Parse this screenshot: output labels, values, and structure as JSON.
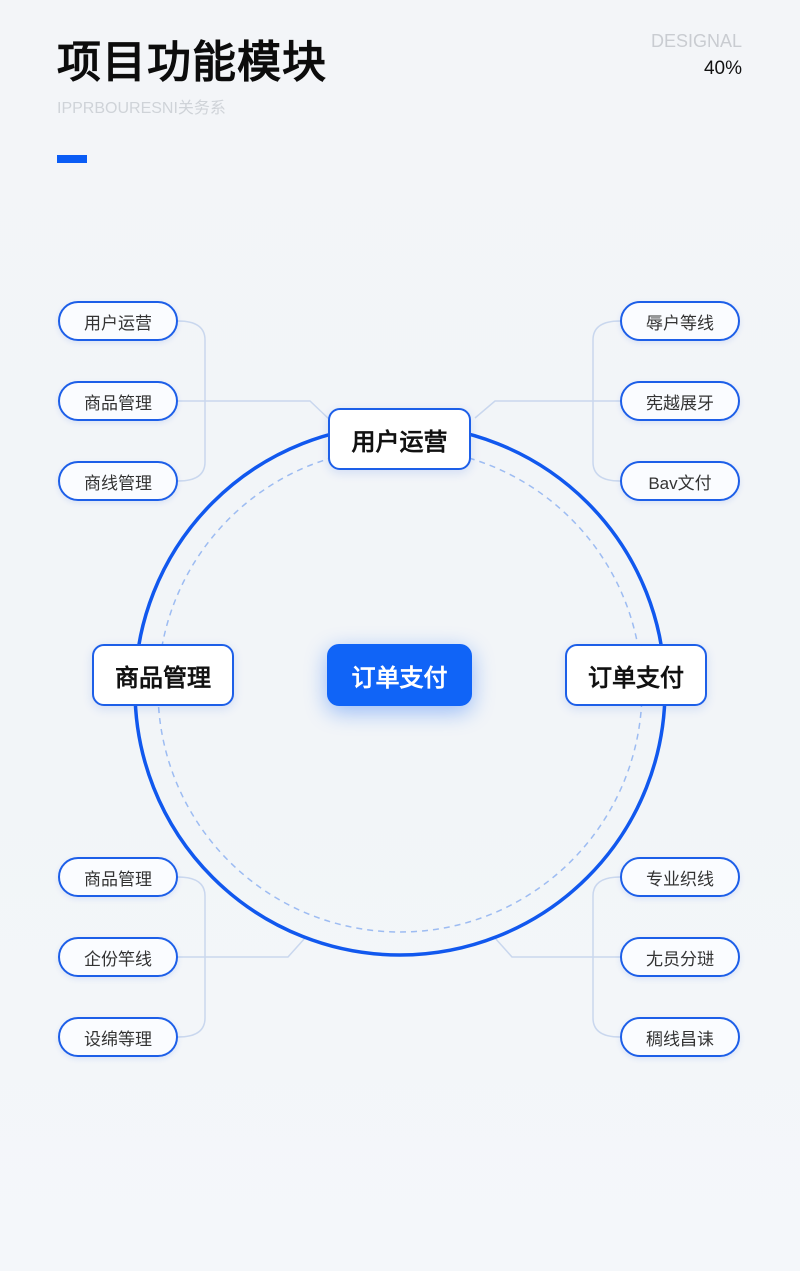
{
  "header": {
    "title": "项目功能模块",
    "subtitle": "IPPRBOURESNI关务系",
    "brand": "DESIGNAL",
    "percent": "40%"
  },
  "colors": {
    "accent": "#1064f7",
    "border": "#1d5fe8"
  },
  "nodes": {
    "top": "用户运营",
    "left": "商品管理",
    "right": "订单支付",
    "center": "订单支付"
  },
  "groups": {
    "top_left": [
      "用户运营",
      "商品管理",
      "商线管理"
    ],
    "top_right": [
      "辱户等线",
      "宪越展牙",
      "Bav文付"
    ],
    "bottom_left": [
      "商品管理",
      "企份竿线",
      "设绵等理"
    ],
    "bottom_right": [
      "专业织线",
      "尢员分琎",
      "稠线昌诔"
    ]
  }
}
